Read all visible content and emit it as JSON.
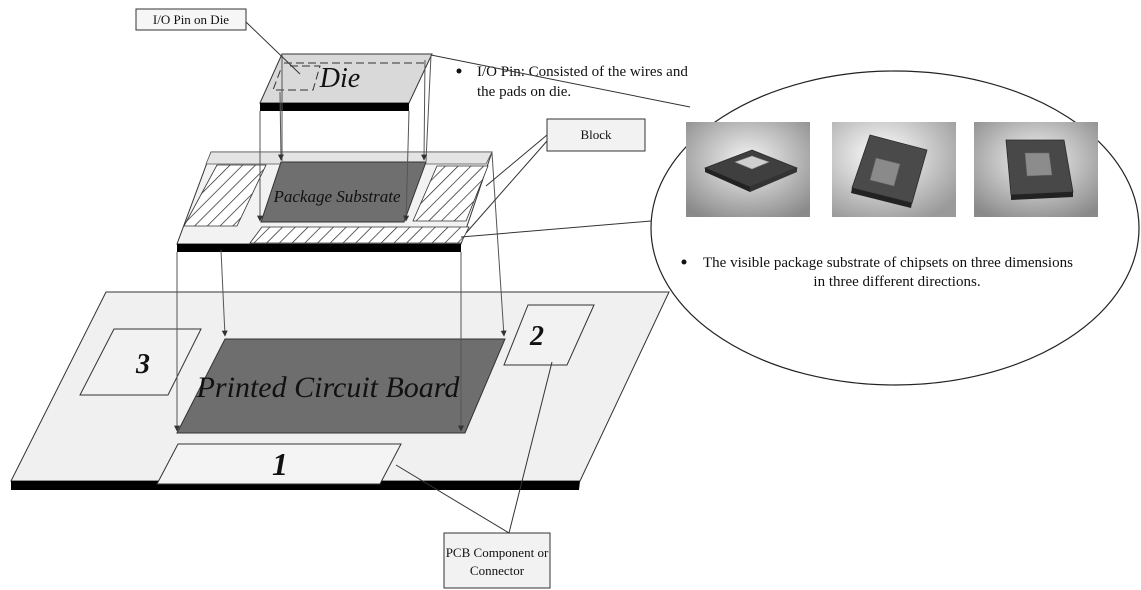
{
  "callouts": {
    "io_pin_on_die": "I/O Pin on Die",
    "block": "Block",
    "pcb_component_line1": "PCB Component or",
    "pcb_component_line2": "Connector"
  },
  "bullets": {
    "io_pin_line1": "I/O Pin: Consisted of the wires and",
    "io_pin_line2": "the pads on die.",
    "visible_line1": "The visible package substrate of chipsets on three dimensions",
    "visible_line2": "in three different directions."
  },
  "labels": {
    "die": "Die",
    "package_substrate": "Package Substrate",
    "printed_circuit_board": "Printed Circuit Board",
    "component_1": "1",
    "component_2": "2",
    "component_3": "3"
  },
  "colors": {
    "board_fill": "#f0f0f0",
    "pcb_area_fill": "#6e6e6e",
    "substrate_fill": "#f2f2f2",
    "die_fill": "#d9d9d9",
    "edge_black": "#000000"
  }
}
